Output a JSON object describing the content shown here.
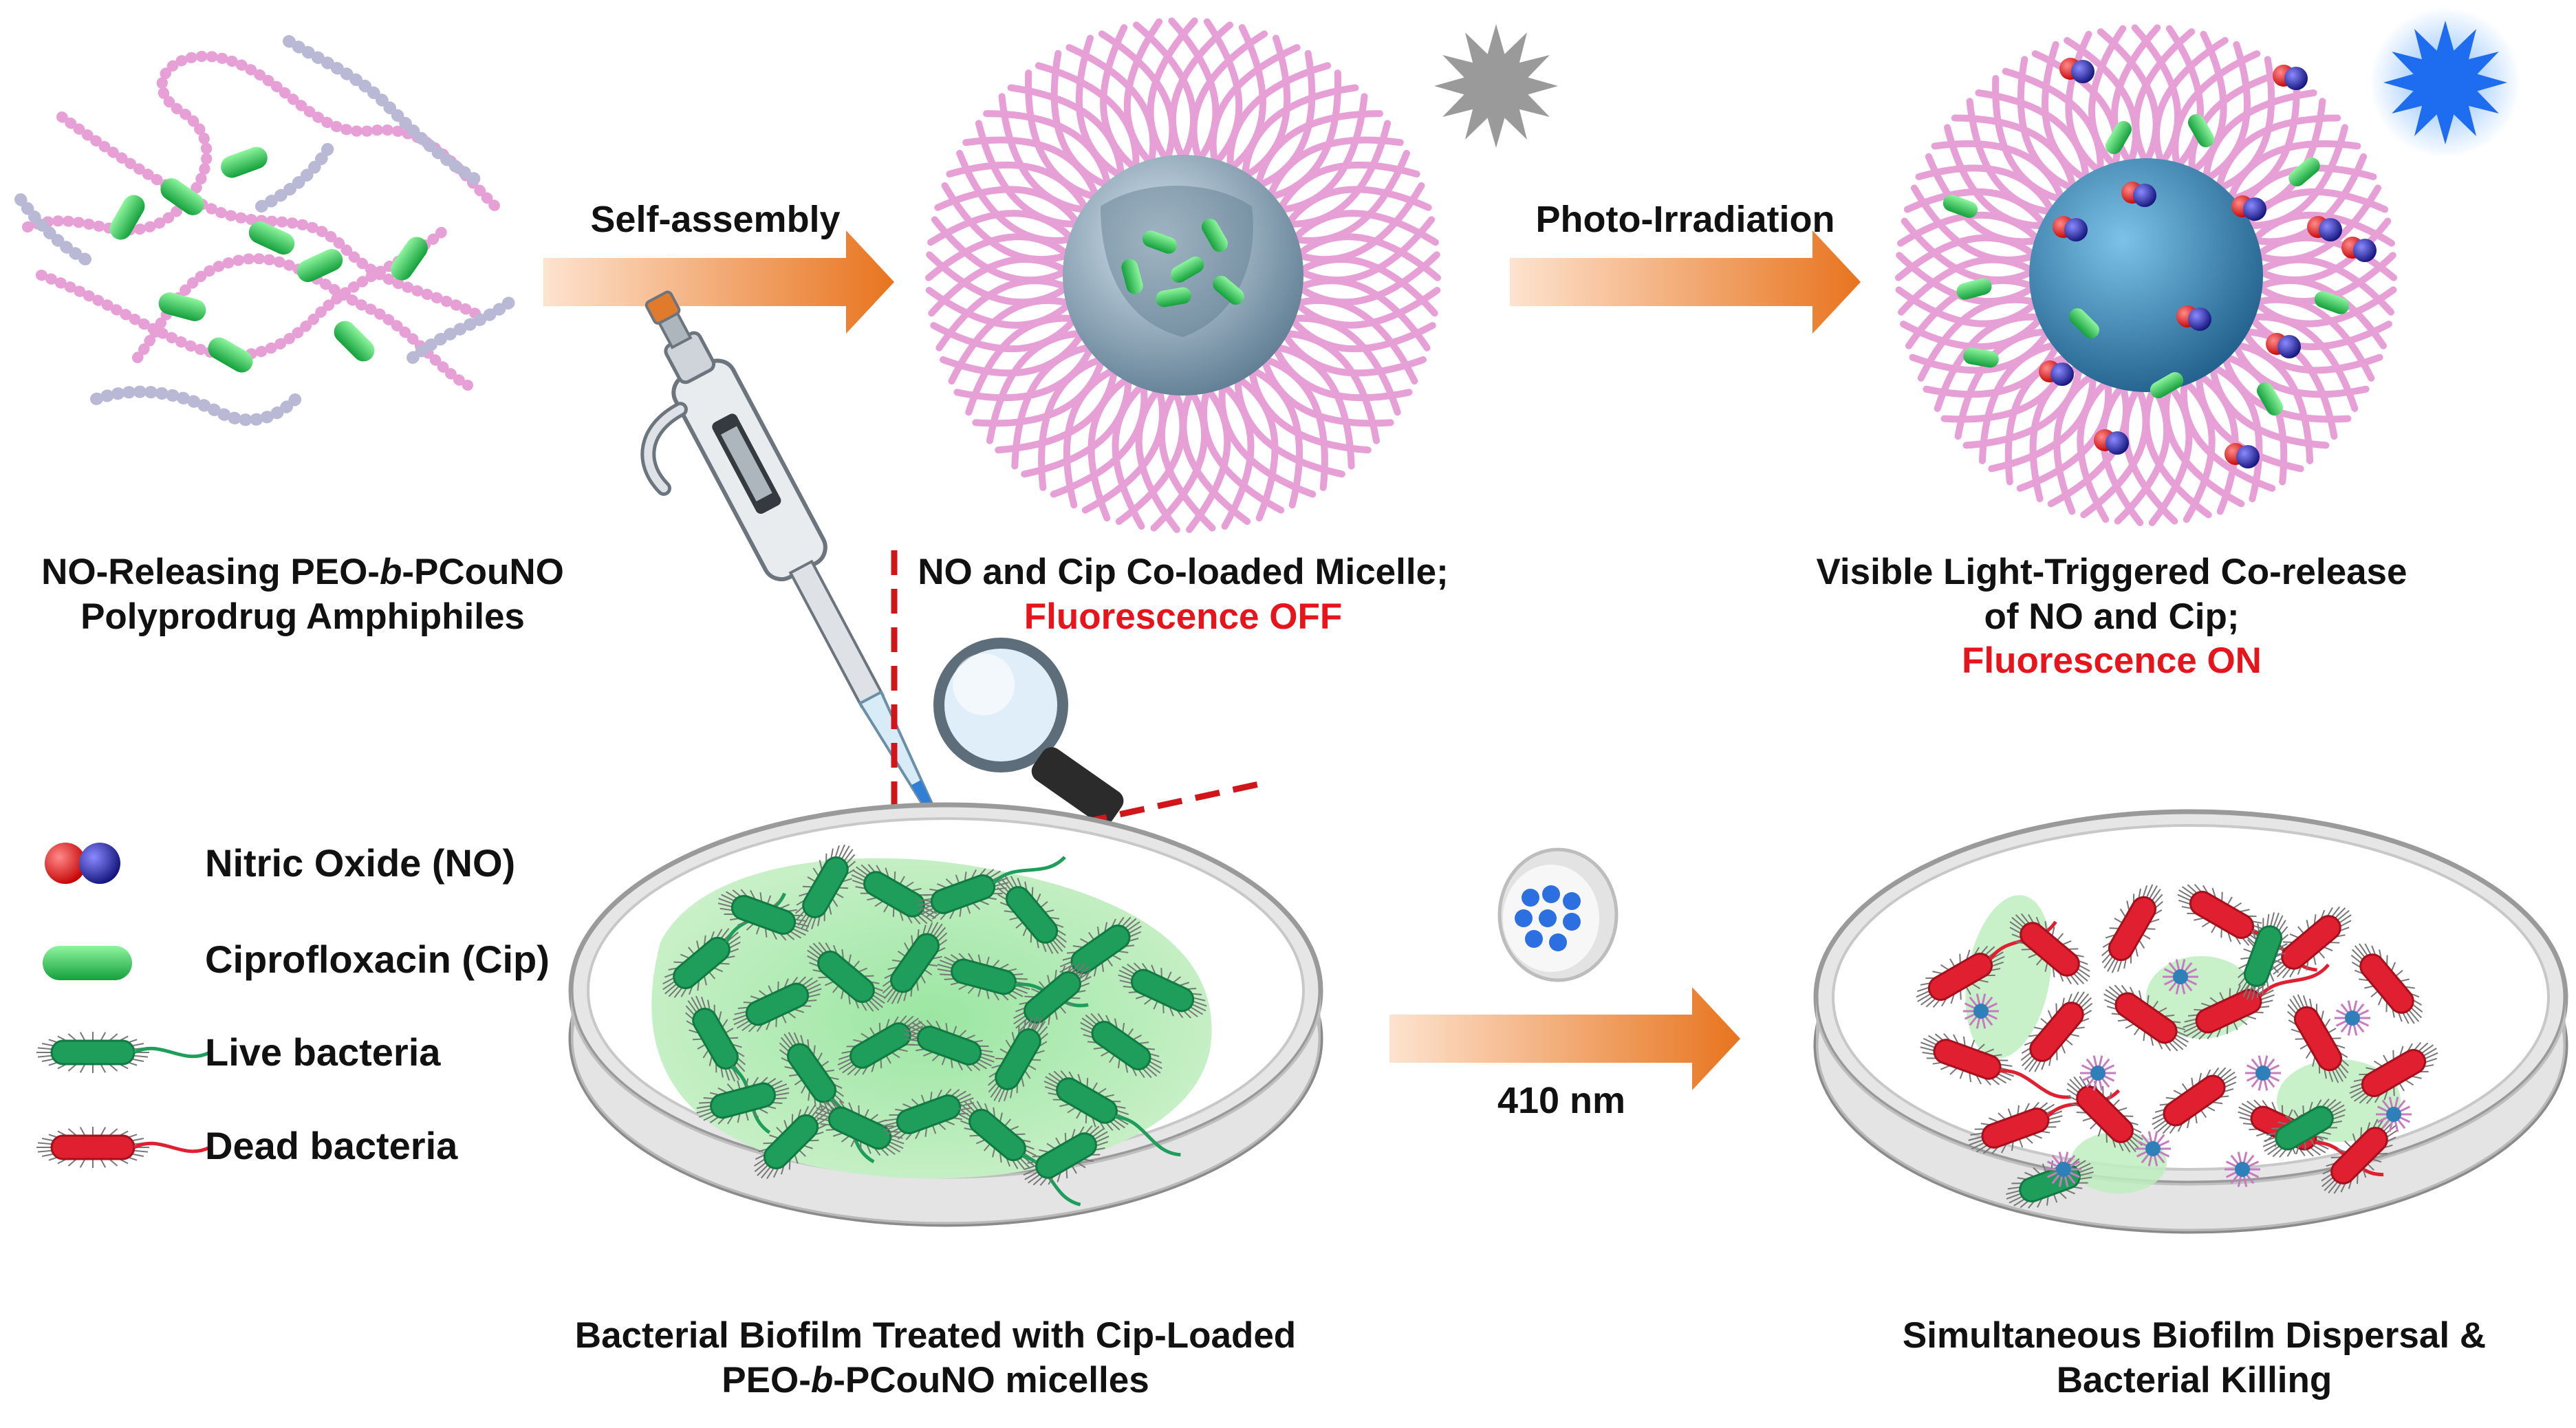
{
  "arrows": {
    "self_assembly": "Self-assembly",
    "photo_irradiation": "Photo-Irradiation",
    "wavelength": "410 nm"
  },
  "captions": {
    "polymer_line1_a": "NO-Releasing PEO-",
    "polymer_line1_b": "b",
    "polymer_line1_c": "-PCouNO",
    "polymer_line2": "Polyprodrug Amphiphiles",
    "micelle_line1": "NO and Cip Co-loaded Micelle;",
    "micelle_line2": "Fluorescence OFF",
    "release_line1": "Visible Light-Triggered Co-release",
    "release_line2": "of NO and Cip;",
    "release_line3": "Fluorescence ON",
    "biofilm_line1": "Bacterial Biofilm Treated with Cip-Loaded",
    "biofilm_line2_a": "PEO-",
    "biofilm_line2_b": "b",
    "biofilm_line2_c": "-PCouNO micelles",
    "result_line1": "Simultaneous Biofilm Dispersal &",
    "result_line2": "Bacterial Killing"
  },
  "legend": {
    "no": "Nitric Oxide (NO)",
    "cip_a": "Ciprofloxacin (",
    "cip_b": "Cip",
    "cip_c": ")",
    "live": "Live bacteria",
    "dead": "Dead bacteria"
  },
  "colors": {
    "caption_text": "#111111",
    "highlight_red": "#e8141b",
    "arrow_orange": "#f08a3c",
    "polymer_pink": "#e6a0d6",
    "polymer_grey": "#b9b9d6",
    "cip_green": "#2fc25a",
    "no_red": "#e02020",
    "no_blue": "#2a2ad0",
    "micelle_core": "#8ab8cc",
    "live_bacteria": "#1e9e5a",
    "dead_bacteria": "#e02030",
    "biofilm_green": "#9ee6a0",
    "star_off": "#9a9a9a",
    "star_on": "#1e6cf0"
  },
  "icons": {
    "state_off": "grey-star-icon",
    "state_on": "blue-star-icon",
    "light_source": "led-light-icon",
    "magnifier": "magnifier-icon",
    "pipette": "pipette-icon"
  }
}
